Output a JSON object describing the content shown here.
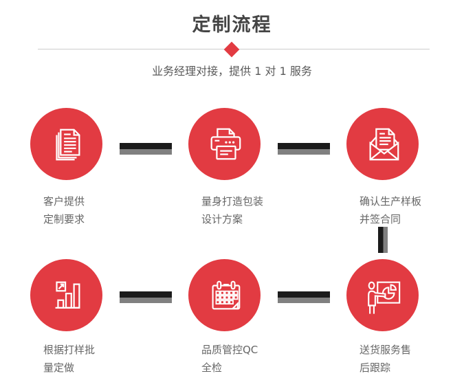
{
  "header": {
    "title": "定制流程",
    "subtitle": "业务经理对接，提供 1 对 1 服务"
  },
  "colors": {
    "accent": "#e23b42",
    "connector_dark": "#1b1b1b",
    "connector_gray": "#808080",
    "divider": "#cccccc",
    "title": "#454545",
    "subtitle": "#595959",
    "label": "#666666"
  },
  "steps": [
    {
      "icon": "documents-icon",
      "label_line1": "客户提供",
      "label_line2": "定制要求"
    },
    {
      "icon": "printer-icon",
      "label_line1": "量身打造包装",
      "label_line2": "设计方案"
    },
    {
      "icon": "envelope-icon",
      "label_line1": "确认生产样板",
      "label_line2": "并签合同"
    },
    {
      "icon": "bar-chart-icon",
      "label_line1": "根据打样批",
      "label_line2": "量定做"
    },
    {
      "icon": "calendar-icon",
      "label_line1": "品质管控QC",
      "label_line2": "全检"
    },
    {
      "icon": "presenter-icon",
      "label_line1": "送货服务售",
      "label_line2": "后跟踪"
    }
  ]
}
